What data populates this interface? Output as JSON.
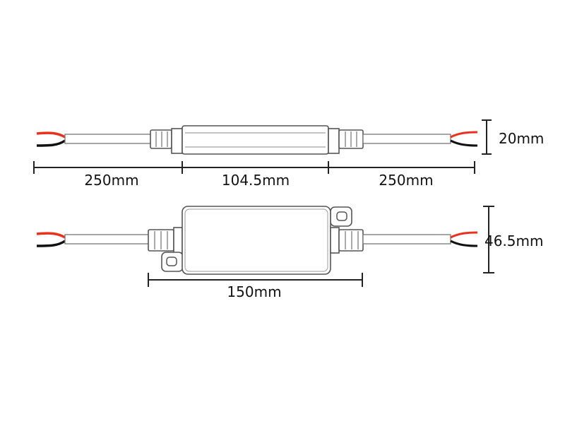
{
  "top_view": {
    "left_cable_length": "250mm",
    "body_length": "104.5mm",
    "right_cable_length": "250mm",
    "height": "20mm"
  },
  "bottom_view": {
    "overall_length": "150mm",
    "height": "46.5mm"
  },
  "colors": {
    "wire_red": "#e8321e",
    "wire_black": "#111111",
    "outline": "#555555"
  }
}
